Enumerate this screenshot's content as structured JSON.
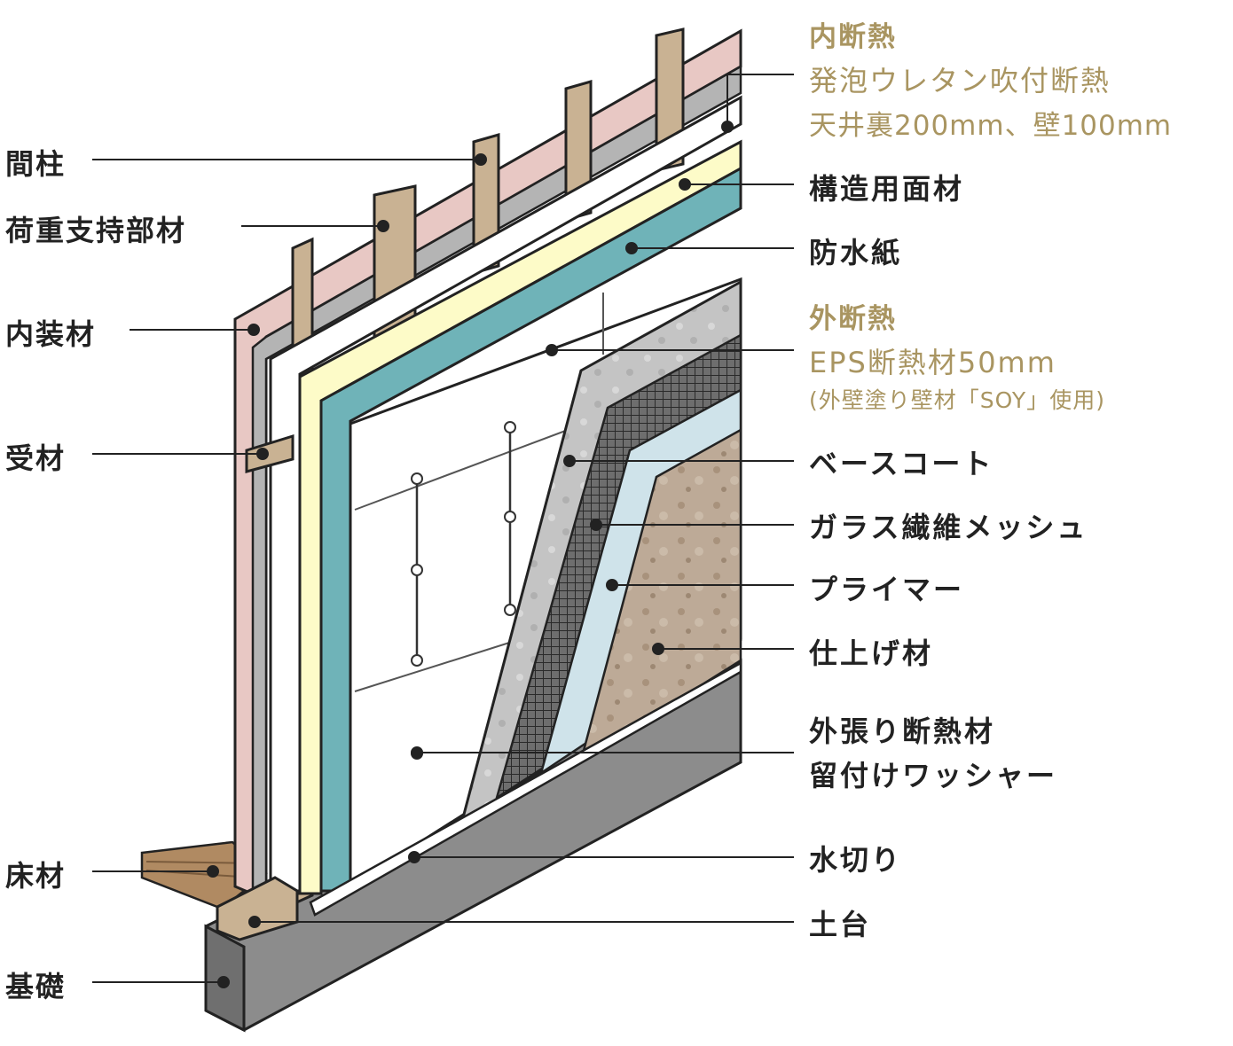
{
  "colors": {
    "gold_text": "#a99561",
    "label_text": "#222222",
    "interior_finish": "#e8c8c4",
    "stud_wood": "#c9b293",
    "structural_board": "#fdfbc8",
    "waterproof_paper": "#6fb3b8",
    "eps_insulation": "#ffffff",
    "base_coat": "#c4c4c4",
    "glass_mesh": "#6a6a6a",
    "primer": "#cfe3ea",
    "finish_material": "#bdaa97",
    "foundation": "#8c8c8c"
  },
  "left_labels": {
    "stud": "間柱",
    "load_support": "荷重支持部材",
    "interior": "内装材",
    "receiver": "受材",
    "floor": "床材",
    "foundation": "基礎"
  },
  "right_labels": {
    "inner_insulation_title": "内断熱",
    "inner_insulation_line1": "発泡ウレタン吹付断熱",
    "inner_insulation_line2": "天井裏200mm、壁100mm",
    "structural_board": "構造用面材",
    "waterproof_paper": "防水紙",
    "outer_insulation_title": "外断熱",
    "outer_insulation_line1": "EPS断熱材50mm",
    "outer_insulation_note": "(外壁塗り壁材「SOY」使用)",
    "base_coat": "ベースコート",
    "glass_mesh": "ガラス繊維メッシュ",
    "primer": "プライマー",
    "finish": "仕上げ材",
    "washer_line1": "外張り断熱材",
    "washer_line2": "留付けワッシャー",
    "flashing": "水切り",
    "sill": "土台"
  }
}
